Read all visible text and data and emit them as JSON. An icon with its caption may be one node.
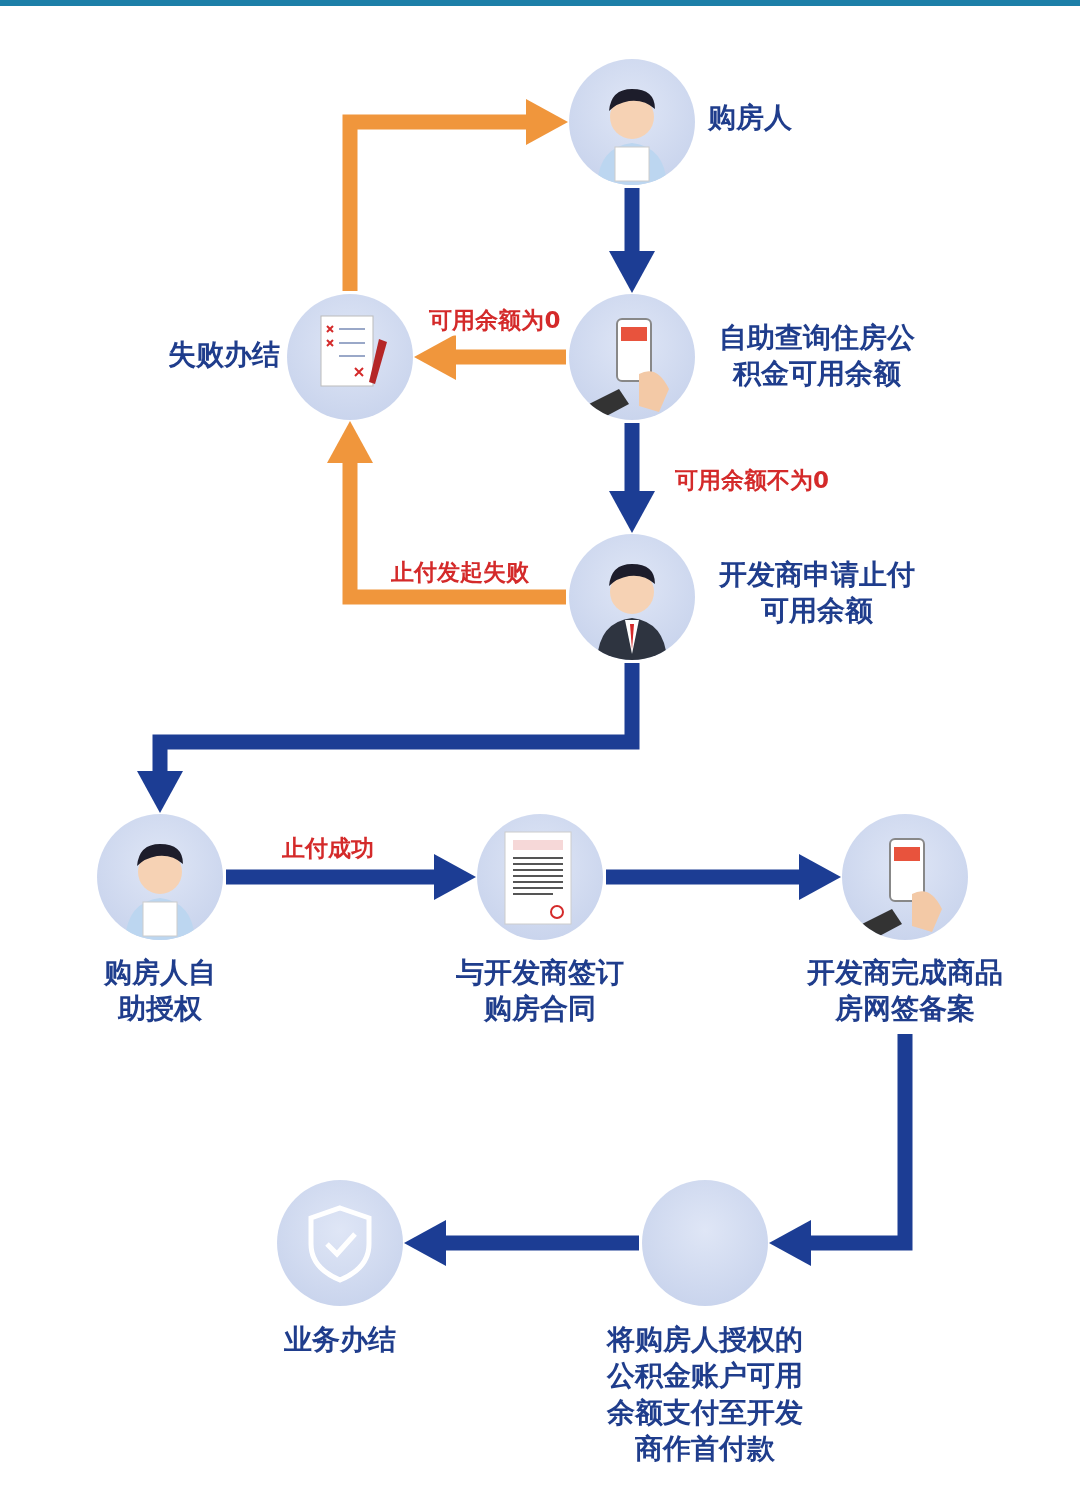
{
  "diagram": {
    "nodes": [
      {
        "text": [
          "购房人"
        ]
      },
      {
        "text": [
          "自助查询住房公积金可用余额"
        ]
      },
      {
        "text": [
          "失败办结"
        ]
      },
      {
        "text": [
          "开发商申请止付可用余额"
        ]
      },
      {
        "text": [
          "购房人自助授权"
        ]
      },
      {
        "text": [
          "与开发商签订购房合同"
        ]
      },
      {
        "text": [
          "开发商完成商品房网签备案"
        ]
      },
      {
        "text": [
          "将购房人授权的公积金账户可用余额支付至开发商作首付款"
        ]
      },
      {
        "text": [
          "业务办结"
        ]
      }
    ],
    "edges": [
      {
        "from": 0,
        "to": 1,
        "arrow": "to"
      },
      {
        "from": 1,
        "to": 2,
        "arrow": "to",
        "label": "可用余额为0",
        "color": "#f0963c"
      },
      {
        "from": 1,
        "to": 3,
        "arrow": "to",
        "label": "可用余额不为0"
      },
      {
        "from": 3,
        "to": 2,
        "arrow": "to",
        "label": "止付发起失败",
        "color": "#f0963c"
      },
      {
        "from": 2,
        "to": 0,
        "arrow": "to",
        "color": "#f0963c"
      },
      {
        "from": 3,
        "to": 4,
        "arrow": "to"
      },
      {
        "from": 4,
        "to": 5,
        "arrow": "to",
        "label": "止付成功"
      },
      {
        "from": 5,
        "to": 6,
        "arrow": "to"
      },
      {
        "from": 6,
        "to": 7,
        "arrow": "to"
      },
      {
        "from": 7,
        "to": 8,
        "arrow": "to"
      }
    ]
  }
}
